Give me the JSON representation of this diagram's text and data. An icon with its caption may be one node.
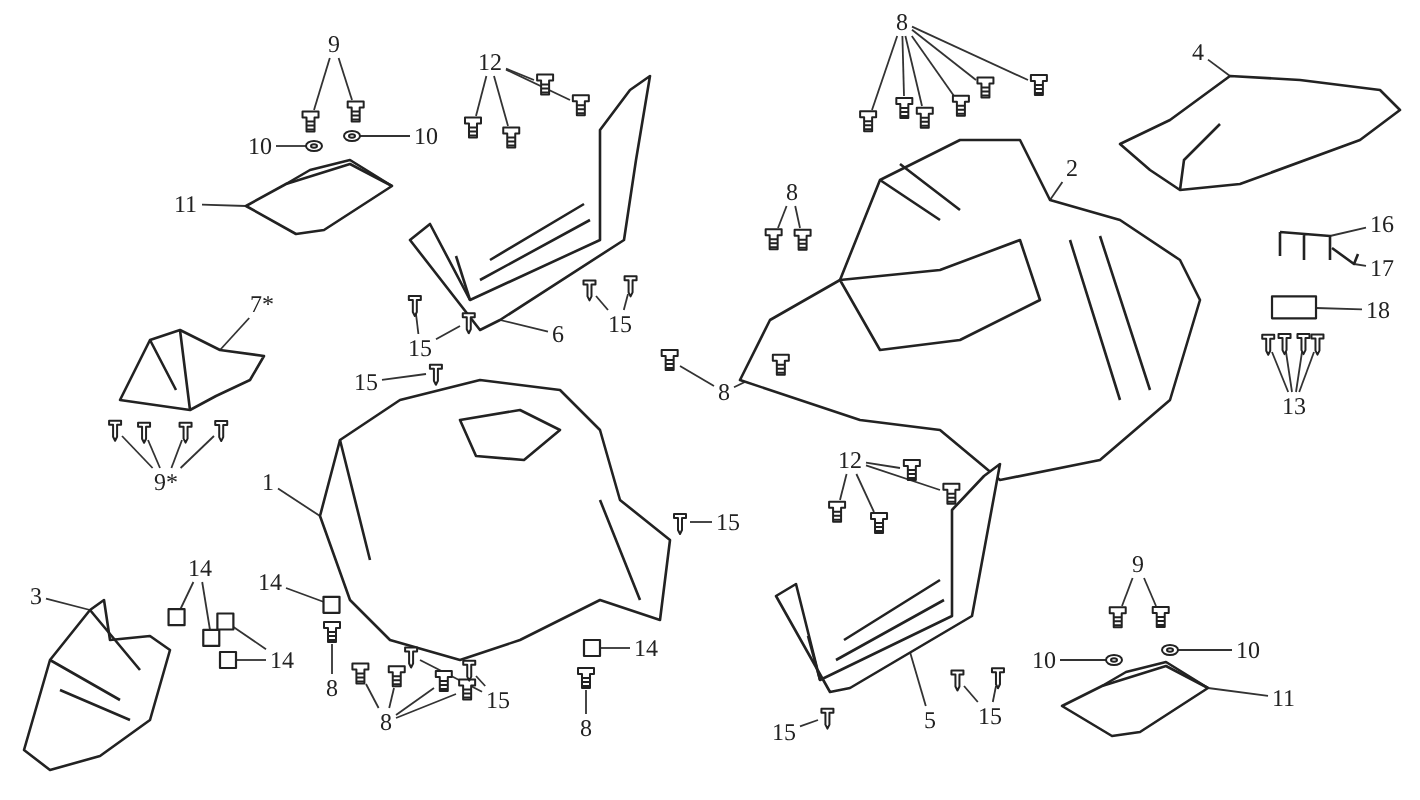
{
  "diagram": {
    "nodes": [
      {
        "text": [
          "9"
        ]
      },
      {
        "text": [
          "10"
        ]
      },
      {
        "text": [
          "10"
        ]
      },
      {
        "text": [
          "11"
        ]
      },
      {
        "text": [
          "12"
        ]
      },
      {
        "text": [
          "6"
        ]
      },
      {
        "text": [
          "15"
        ]
      },
      {
        "text": [
          "15"
        ]
      },
      {
        "text": [
          "8"
        ]
      },
      {
        "text": [
          "2"
        ]
      },
      {
        "text": [
          "4"
        ]
      },
      {
        "text": [
          "16"
        ]
      },
      {
        "text": [
          "17"
        ]
      },
      {
        "text": [
          "18"
        ]
      },
      {
        "text": [
          "13"
        ]
      },
      {
        "text": [
          "8"
        ]
      },
      {
        "text": [
          "8"
        ]
      },
      {
        "text": [
          "7*"
        ]
      },
      {
        "text": [
          "9*"
        ]
      },
      {
        "text": [
          "15"
        ]
      },
      {
        "text": [
          "1"
        ]
      },
      {
        "text": [
          "15"
        ]
      },
      {
        "text": [
          "14"
        ]
      },
      {
        "text": [
          "14"
        ]
      },
      {
        "text": [
          "3"
        ]
      },
      {
        "text": [
          "14"
        ]
      },
      {
        "text": [
          "8"
        ]
      },
      {
        "text": [
          "8"
        ]
      },
      {
        "text": [
          "15"
        ]
      },
      {
        "text": [
          "14"
        ]
      },
      {
        "text": [
          "8"
        ]
      },
      {
        "text": [
          "12"
        ]
      },
      {
        "text": [
          "5"
        ]
      },
      {
        "text": [
          "15"
        ]
      },
      {
        "text": [
          "15"
        ]
      },
      {
        "text": [
          "9"
        ]
      },
      {
        "text": [
          "10"
        ]
      },
      {
        "text": [
          "10"
        ]
      },
      {
        "text": [
          "11"
        ]
      },
      {
        "text": [],
        "shape": "picture"
      },
      {
        "text": [],
        "shape": "circle"
      },
      {
        "text": [],
        "shape": "circle"
      },
      {
        "text": [],
        "shape": "picture"
      },
      {
        "text": [],
        "shape": "picture"
      },
      {
        "text": [],
        "shape": "picture"
      },
      {
        "text": [],
        "shape": "picture"
      },
      {
        "text": [],
        "shape": "picture"
      },
      {
        "text": [],
        "shape": "picture"
      },
      {
        "text": [],
        "shape": "picture"
      },
      {
        "text": [],
        "shape": "picture"
      },
      {
        "text": [],
        "shape": "picture"
      },
      {
        "text": [],
        "shape": "picture"
      },
      {
        "text": [],
        "shape": "box"
      },
      {
        "text": [],
        "shape": "picture"
      },
      {
        "text": [],
        "shape": "picture"
      },
      {
        "text": [],
        "shape": "picture"
      },
      {
        "text": [],
        "shape": "picture"
      },
      {
        "text": [],
        "shape": "picture"
      },
      {
        "text": [],
        "shape": "picture"
      },
      {
        "text": [],
        "shape": "picture"
      },
      {
        "text": [],
        "shape": "picture"
      },
      {
        "text": [],
        "shape": "box"
      },
      {
        "text": [],
        "shape": "box"
      },
      {
        "text": [],
        "shape": "picture"
      },
      {
        "text": [],
        "shape": "box"
      },
      {
        "text": [],
        "shape": "picture"
      },
      {
        "text": [],
        "shape": "picture"
      },
      {
        "text": [],
        "shape": "picture"
      },
      {
        "text": [],
        "shape": "box"
      },
      {
        "text": [],
        "shape": "picture"
      },
      {
        "text": [],
        "shape": "picture"
      },
      {
        "text": [],
        "shape": "picture"
      },
      {
        "text": [],
        "shape": "picture"
      },
      {
        "text": [],
        "shape": "picture"
      },
      {
        "text": [],
        "shape": "picture"
      },
      {
        "text": [],
        "shape": "circle"
      },
      {
        "text": [],
        "shape": "circle"
      },
      {
        "text": [],
        "shape": "picture"
      }
    ],
    "edges": [
      {
        "from": 0,
        "to": 39,
        "arrow": "none"
      },
      {
        "from": 0,
        "to": 39,
        "arrow": "none"
      },
      {
        "from": 1,
        "to": 40,
        "arrow": "none"
      },
      {
        "from": 2,
        "to": 41,
        "arrow": "none"
      },
      {
        "from": 3,
        "to": 42,
        "arrow": "none"
      },
      {
        "from": 4,
        "to": 43,
        "arrow": "none"
      },
      {
        "from": 4,
        "to": 43,
        "arrow": "none"
      },
      {
        "from": 4,
        "to": 43,
        "arrow": "none"
      },
      {
        "from": 4,
        "to": 43,
        "arrow": "none"
      },
      {
        "from": 5,
        "to": 44,
        "arrow": "none"
      },
      {
        "from": 6,
        "to": 45,
        "arrow": "none"
      },
      {
        "from": 6,
        "to": 45,
        "arrow": "none"
      },
      {
        "from": 7,
        "to": 46,
        "arrow": "none"
      },
      {
        "from": 7,
        "to": 46,
        "arrow": "none"
      },
      {
        "from": 8,
        "to": 47,
        "arrow": "none"
      },
      {
        "from": 8,
        "to": 47,
        "arrow": "none"
      },
      {
        "from": 8,
        "to": 47,
        "arrow": "none"
      },
      {
        "from": 8,
        "to": 47,
        "arrow": "none"
      },
      {
        "from": 8,
        "to": 47,
        "arrow": "none"
      },
      {
        "from": 8,
        "to": 47,
        "arrow": "none"
      },
      {
        "from": 9,
        "to": 48,
        "arrow": "none"
      },
      {
        "from": 10,
        "to": 49,
        "arrow": "none"
      },
      {
        "from": 11,
        "to": 50,
        "arrow": "none"
      },
      {
        "from": 12,
        "to": 51,
        "arrow": "none"
      },
      {
        "from": 13,
        "to": 52,
        "arrow": "none"
      },
      {
        "from": 14,
        "to": 53,
        "arrow": "none"
      },
      {
        "from": 14,
        "to": 53,
        "arrow": "none"
      },
      {
        "from": 14,
        "to": 53,
        "arrow": "none"
      },
      {
        "from": 14,
        "to": 53,
        "arrow": "none"
      },
      {
        "from": 15,
        "to": 54,
        "arrow": "none"
      },
      {
        "from": 15,
        "to": 54,
        "arrow": "none"
      },
      {
        "from": 16,
        "to": 55,
        "arrow": "none"
      },
      {
        "from": 16,
        "to": 55,
        "arrow": "none"
      },
      {
        "from": 17,
        "to": 56,
        "arrow": "none"
      },
      {
        "from": 18,
        "to": 57,
        "arrow": "none"
      },
      {
        "from": 18,
        "to": 57,
        "arrow": "none"
      },
      {
        "from": 18,
        "to": 57,
        "arrow": "none"
      },
      {
        "from": 18,
        "to": 57,
        "arrow": "none"
      },
      {
        "from": 19,
        "to": 58,
        "arrow": "none"
      },
      {
        "from": 20,
        "to": 59,
        "arrow": "none"
      },
      {
        "from": 21,
        "to": 60,
        "arrow": "none"
      },
      {
        "from": 22,
        "to": 61,
        "arrow": "none"
      },
      {
        "from": 22,
        "to": 61,
        "arrow": "none"
      },
      {
        "from": 23,
        "to": 62,
        "arrow": "none"
      },
      {
        "from": 23,
        "to": 62,
        "arrow": "none"
      },
      {
        "from": 24,
        "to": 63,
        "arrow": "none"
      },
      {
        "from": 25,
        "to": 64,
        "arrow": "none"
      },
      {
        "from": 26,
        "to": 65,
        "arrow": "none"
      },
      {
        "from": 27,
        "to": 66,
        "arrow": "none"
      },
      {
        "from": 27,
        "to": 66,
        "arrow": "none"
      },
      {
        "from": 27,
        "to": 66,
        "arrow": "none"
      },
      {
        "from": 27,
        "to": 66,
        "arrow": "none"
      },
      {
        "from": 28,
        "to": 67,
        "arrow": "none"
      },
      {
        "from": 28,
        "to": 67,
        "arrow": "none"
      },
      {
        "from": 29,
        "to": 68,
        "arrow": "none"
      },
      {
        "from": 30,
        "to": 69,
        "arrow": "none"
      },
      {
        "from": 31,
        "to": 70,
        "arrow": "none"
      },
      {
        "from": 31,
        "to": 70,
        "arrow": "none"
      },
      {
        "from": 31,
        "to": 70,
        "arrow": "none"
      },
      {
        "from": 31,
        "to": 70,
        "arrow": "none"
      },
      {
        "from": 32,
        "to": 71,
        "arrow": "none"
      },
      {
        "from": 33,
        "to": 72,
        "arrow": "none"
      },
      {
        "from": 34,
        "to": 73,
        "arrow": "none"
      },
      {
        "from": 34,
        "to": 73,
        "arrow": "none"
      },
      {
        "from": 35,
        "to": 74,
        "arrow": "none"
      },
      {
        "from": 35,
        "to": 74,
        "arrow": "none"
      },
      {
        "from": 36,
        "to": 75,
        "arrow": "none"
      },
      {
        "from": 37,
        "to": 76,
        "arrow": "none"
      },
      {
        "from": 38,
        "to": 77,
        "arrow": "none"
      }
    ]
  }
}
